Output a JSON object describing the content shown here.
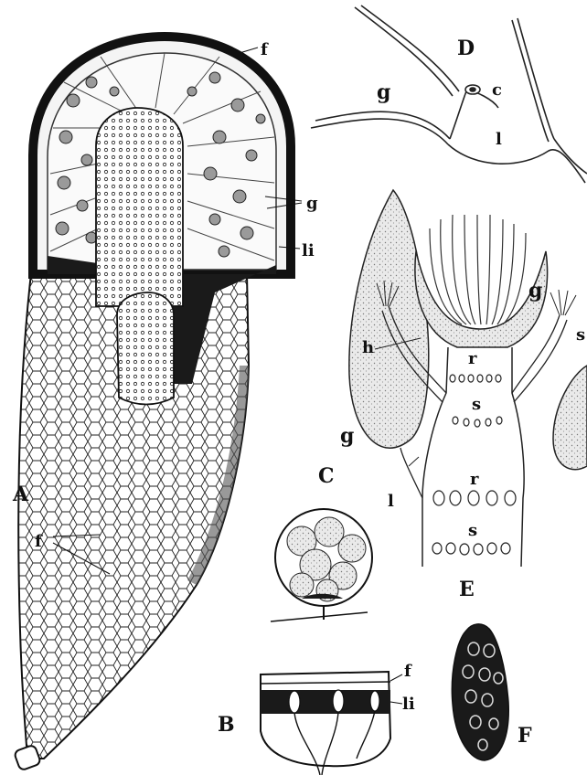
{
  "figure": {
    "panels": {
      "A": {
        "letter": "A",
        "labels": {
          "f_top": "f",
          "g": "g",
          "li": "li",
          "f_cells": "f"
        }
      },
      "B": {
        "letter": "B",
        "labels": {
          "f": "f",
          "li": "li"
        }
      },
      "C": {
        "letter": "C"
      },
      "D": {
        "letter": "D",
        "labels": {
          "g": "g",
          "c": "c",
          "l": "l"
        }
      },
      "E": {
        "letter": "E",
        "labels": {
          "g_right": "g",
          "s_edge": "s",
          "h": "h",
          "r_upper": "r",
          "s_upper": "s",
          "g_left": "g",
          "l": "l",
          "r_lower": "r",
          "s_lower": "s"
        }
      },
      "F": {
        "letter": "F"
      }
    }
  },
  "colors": {
    "ink": "#111111",
    "paper": "#ffffff",
    "stipple": "#bdbdbd",
    "dark": "#1a1a1a"
  }
}
